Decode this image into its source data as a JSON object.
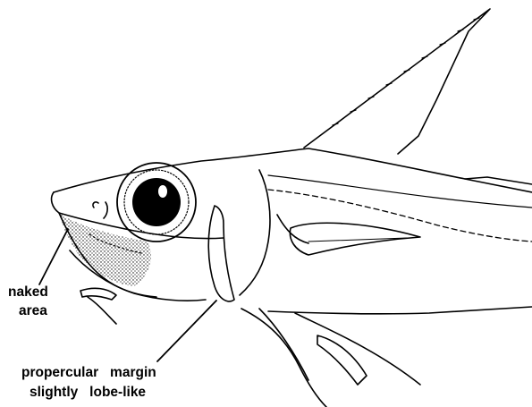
{
  "labels": {
    "naked": "naked",
    "area": "area",
    "line1": "propercular   margin",
    "line2": "slightly   lobe-like"
  },
  "colors": {
    "ink": "#000000",
    "paper": "#ffffff"
  }
}
